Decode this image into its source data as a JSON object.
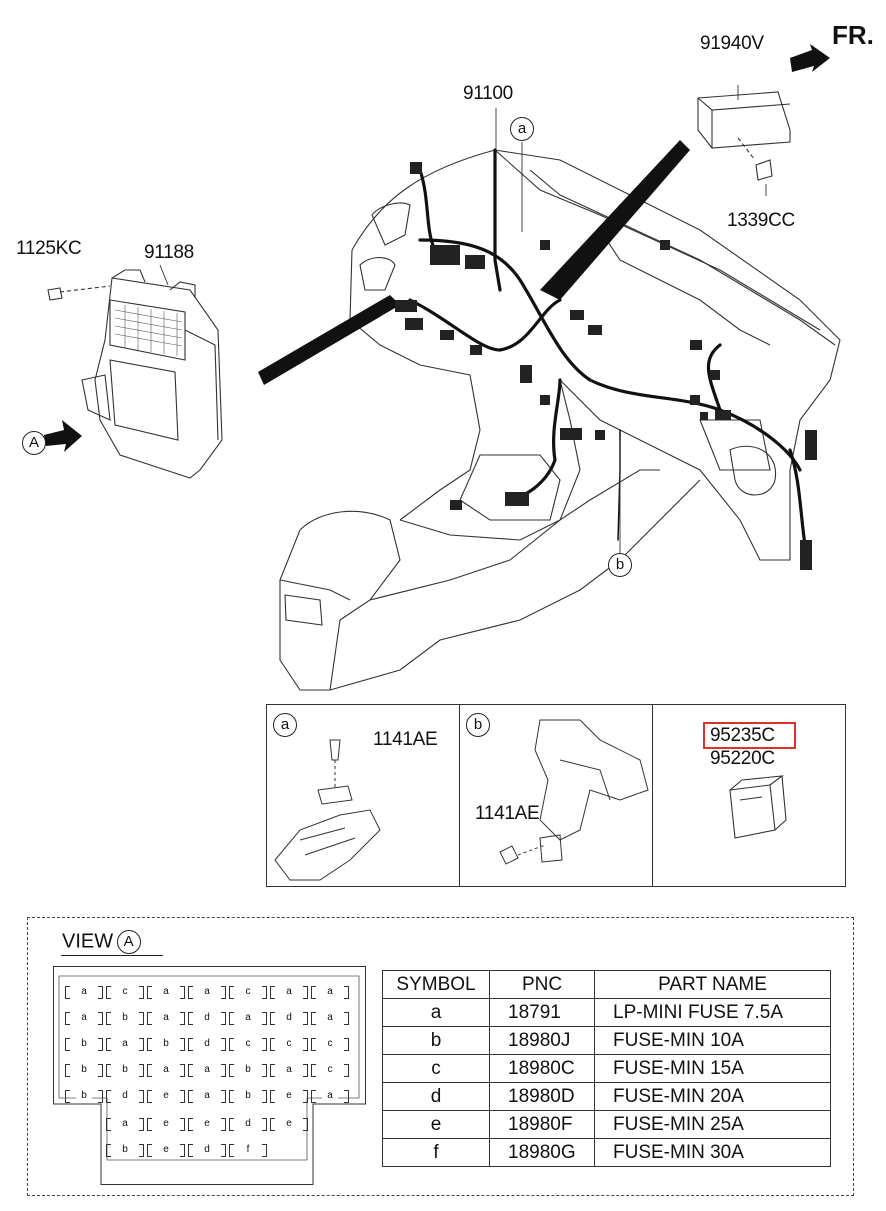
{
  "direction_label": "FR.",
  "labels": {
    "p91940v": "91940V",
    "p91100": "91100",
    "p1339cc": "1339CC",
    "p1125kc": "1125KC",
    "p91188": "91188",
    "p1141ae_a": "1141AE",
    "p1141ae_b": "1141AE",
    "p95235c": "95235C",
    "p95220c": "95220C"
  },
  "callouts": {
    "a": "a",
    "b": "b",
    "view_a": "A",
    "detail_a": "a",
    "detail_b": "b"
  },
  "highlight_color": "#e0302c",
  "view": {
    "prefix": "VIEW",
    "letter": "A"
  },
  "fuse_rows": [
    [
      "a",
      "c",
      "a",
      "a",
      "c",
      "a",
      "a"
    ],
    [
      "a",
      "b",
      "a",
      "d",
      "a",
      "d",
      "a"
    ],
    [
      "b",
      "a",
      "b",
      "d",
      "c",
      "c",
      "c"
    ],
    [
      "b",
      "b",
      "a",
      "a",
      "b",
      "a",
      "c"
    ],
    [
      "b",
      "d",
      "e",
      "a",
      "b",
      "e",
      "a"
    ],
    [
      "a",
      "e",
      "e",
      "d",
      "e"
    ],
    [
      "b",
      "e",
      "d",
      "f"
    ]
  ],
  "parts_table": {
    "headers": [
      "SYMBOL",
      "PNC",
      "PART NAME"
    ],
    "rows": [
      [
        "a",
        "18791",
        "LP-MINI FUSE 7.5A"
      ],
      [
        "b",
        "18980J",
        "FUSE-MIN 10A"
      ],
      [
        "c",
        "18980C",
        "FUSE-MIN 15A"
      ],
      [
        "d",
        "18980D",
        "FUSE-MIN 20A"
      ],
      [
        "e",
        "18980F",
        "FUSE-MIN 25A"
      ],
      [
        "f",
        "18980G",
        "FUSE-MIN 30A"
      ]
    ]
  }
}
